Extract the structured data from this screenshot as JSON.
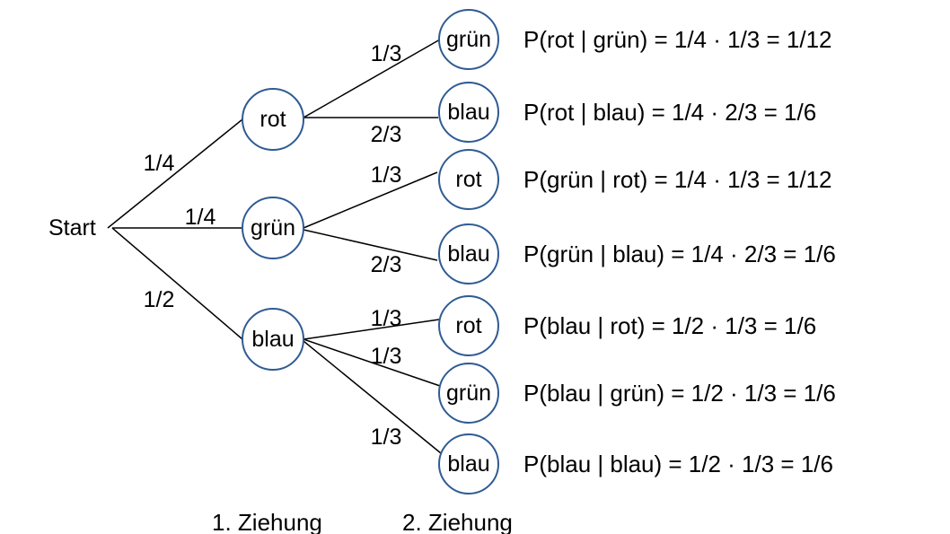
{
  "start": "Start",
  "level1": [
    {
      "label": "rot",
      "prob": "1/4"
    },
    {
      "label": "grün",
      "prob": "1/4"
    },
    {
      "label": "blau",
      "prob": "1/2"
    }
  ],
  "level2": [
    {
      "parent": 0,
      "label": "grün",
      "prob": "1/3",
      "formula": "P(rot | grün) = 1/4 · 1/3 = 1/12"
    },
    {
      "parent": 0,
      "label": "blau",
      "prob": "2/3",
      "formula": "P(rot | blau) = 1/4 · 2/3 = 1/6"
    },
    {
      "parent": 1,
      "label": "rot",
      "prob": "1/3",
      "formula": "P(grün | rot) = 1/4 · 1/3 = 1/12"
    },
    {
      "parent": 1,
      "label": "blau",
      "prob": "2/3",
      "formula": "P(grün | blau) = 1/4 · 2/3 = 1/6"
    },
    {
      "parent": 2,
      "label": "rot",
      "prob": "1/3",
      "formula": "P(blau | rot) = 1/2 · 1/3 = 1/6"
    },
    {
      "parent": 2,
      "label": "grün",
      "prob": "1/3",
      "formula": "P(blau | grün) = 1/2 · 1/3 = 1/6"
    },
    {
      "parent": 2,
      "label": "blau",
      "prob": "1/3",
      "formula": "P(blau | blau) = 1/2 · 1/3 = 1/6"
    }
  ],
  "stages": [
    "1. Ziehung",
    "2. Ziehung"
  ],
  "colors": {
    "node_border": "#2f5b94",
    "line": "#000000"
  }
}
